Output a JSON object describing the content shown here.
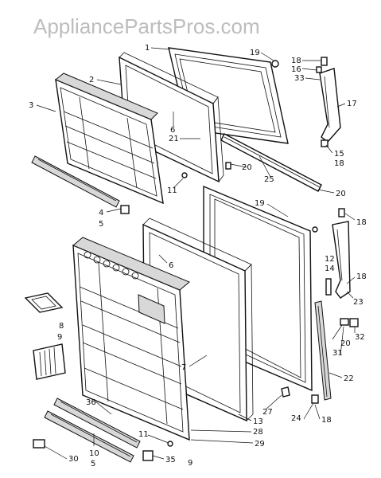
{
  "watermark": {
    "text": "AppliancePartsPros.com",
    "color": "#bdbdbd"
  },
  "callouts": [
    {
      "id": "c1",
      "label": "1"
    },
    {
      "id": "c2",
      "label": "2"
    },
    {
      "id": "c3",
      "label": "3"
    },
    {
      "id": "c19a",
      "label": "19"
    },
    {
      "id": "c18a",
      "label": "18"
    },
    {
      "id": "c16",
      "label": "16"
    },
    {
      "id": "c33",
      "label": "33"
    },
    {
      "id": "c17",
      "label": "17"
    },
    {
      "id": "c6a",
      "label": "6"
    },
    {
      "id": "c21",
      "label": "21"
    },
    {
      "id": "c15",
      "label": "15"
    },
    {
      "id": "c18b",
      "label": "18"
    },
    {
      "id": "c20a",
      "label": "20"
    },
    {
      "id": "c25",
      "label": "25"
    },
    {
      "id": "c11a",
      "label": "11"
    },
    {
      "id": "c20b",
      "label": "20"
    },
    {
      "id": "c19b",
      "label": "19"
    },
    {
      "id": "c4",
      "label": "4"
    },
    {
      "id": "c5a",
      "label": "5"
    },
    {
      "id": "c18c",
      "label": "18"
    },
    {
      "id": "c6b",
      "label": "6"
    },
    {
      "id": "c12",
      "label": "12"
    },
    {
      "id": "c14",
      "label": "14"
    },
    {
      "id": "c18d",
      "label": "18"
    },
    {
      "id": "c23",
      "label": "23"
    },
    {
      "id": "c8",
      "label": "8"
    },
    {
      "id": "c9a",
      "label": "9"
    },
    {
      "id": "c20c",
      "label": "20"
    },
    {
      "id": "c32",
      "label": "32"
    },
    {
      "id": "c31",
      "label": "31"
    },
    {
      "id": "c7",
      "label": "7"
    },
    {
      "id": "c22",
      "label": "22"
    },
    {
      "id": "c36",
      "label": "36"
    },
    {
      "id": "c27",
      "label": "27"
    },
    {
      "id": "c13",
      "label": "13"
    },
    {
      "id": "c24",
      "label": "24"
    },
    {
      "id": "c18e",
      "label": "18"
    },
    {
      "id": "c28",
      "label": "28"
    },
    {
      "id": "c11b",
      "label": "11"
    },
    {
      "id": "c29",
      "label": "29"
    },
    {
      "id": "c30",
      "label": "30"
    },
    {
      "id": "c10",
      "label": "10"
    },
    {
      "id": "c5b",
      "label": "5"
    },
    {
      "id": "c35",
      "label": "35"
    },
    {
      "id": "c9b",
      "label": "9"
    }
  ]
}
